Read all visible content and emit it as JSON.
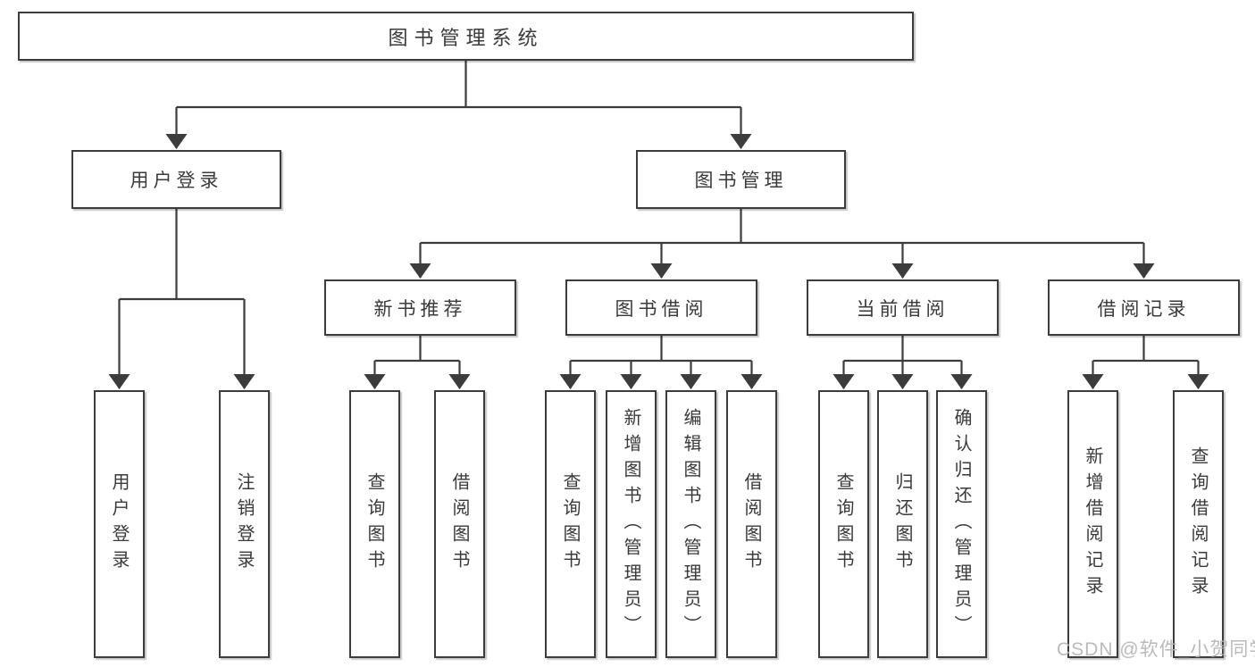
{
  "watermark": "CSDN @软件_小贺同学",
  "tree": {
    "root": "图书管理系统",
    "children": [
      {
        "label": "用户登录",
        "children": [
          {
            "label": "用户登录"
          },
          {
            "label": "注销登录"
          }
        ]
      },
      {
        "label": "图书管理",
        "children": [
          {
            "label": "新书推荐",
            "children": [
              {
                "label": "查询图书"
              },
              {
                "label": "借阅图书"
              }
            ]
          },
          {
            "label": "图书借阅",
            "children": [
              {
                "label": "查询图书"
              },
              {
                "label": "新增图书（管理员）"
              },
              {
                "label": "编辑图书（管理员）"
              },
              {
                "label": "借阅图书"
              }
            ]
          },
          {
            "label": "当前借阅",
            "children": [
              {
                "label": "查询图书"
              },
              {
                "label": "归还图书"
              },
              {
                "label": "确认归还（管理员）"
              }
            ]
          },
          {
            "label": "借阅记录",
            "children": [
              {
                "label": "新增借阅记录"
              },
              {
                "label": "查询借阅记录"
              }
            ]
          }
        ]
      }
    ]
  },
  "colors": {
    "line": "#3c3c3c",
    "border": "#3c3c3c",
    "text": "#3a3a3a",
    "watermark": "#b2b2b2",
    "background": "#ffffff"
  }
}
